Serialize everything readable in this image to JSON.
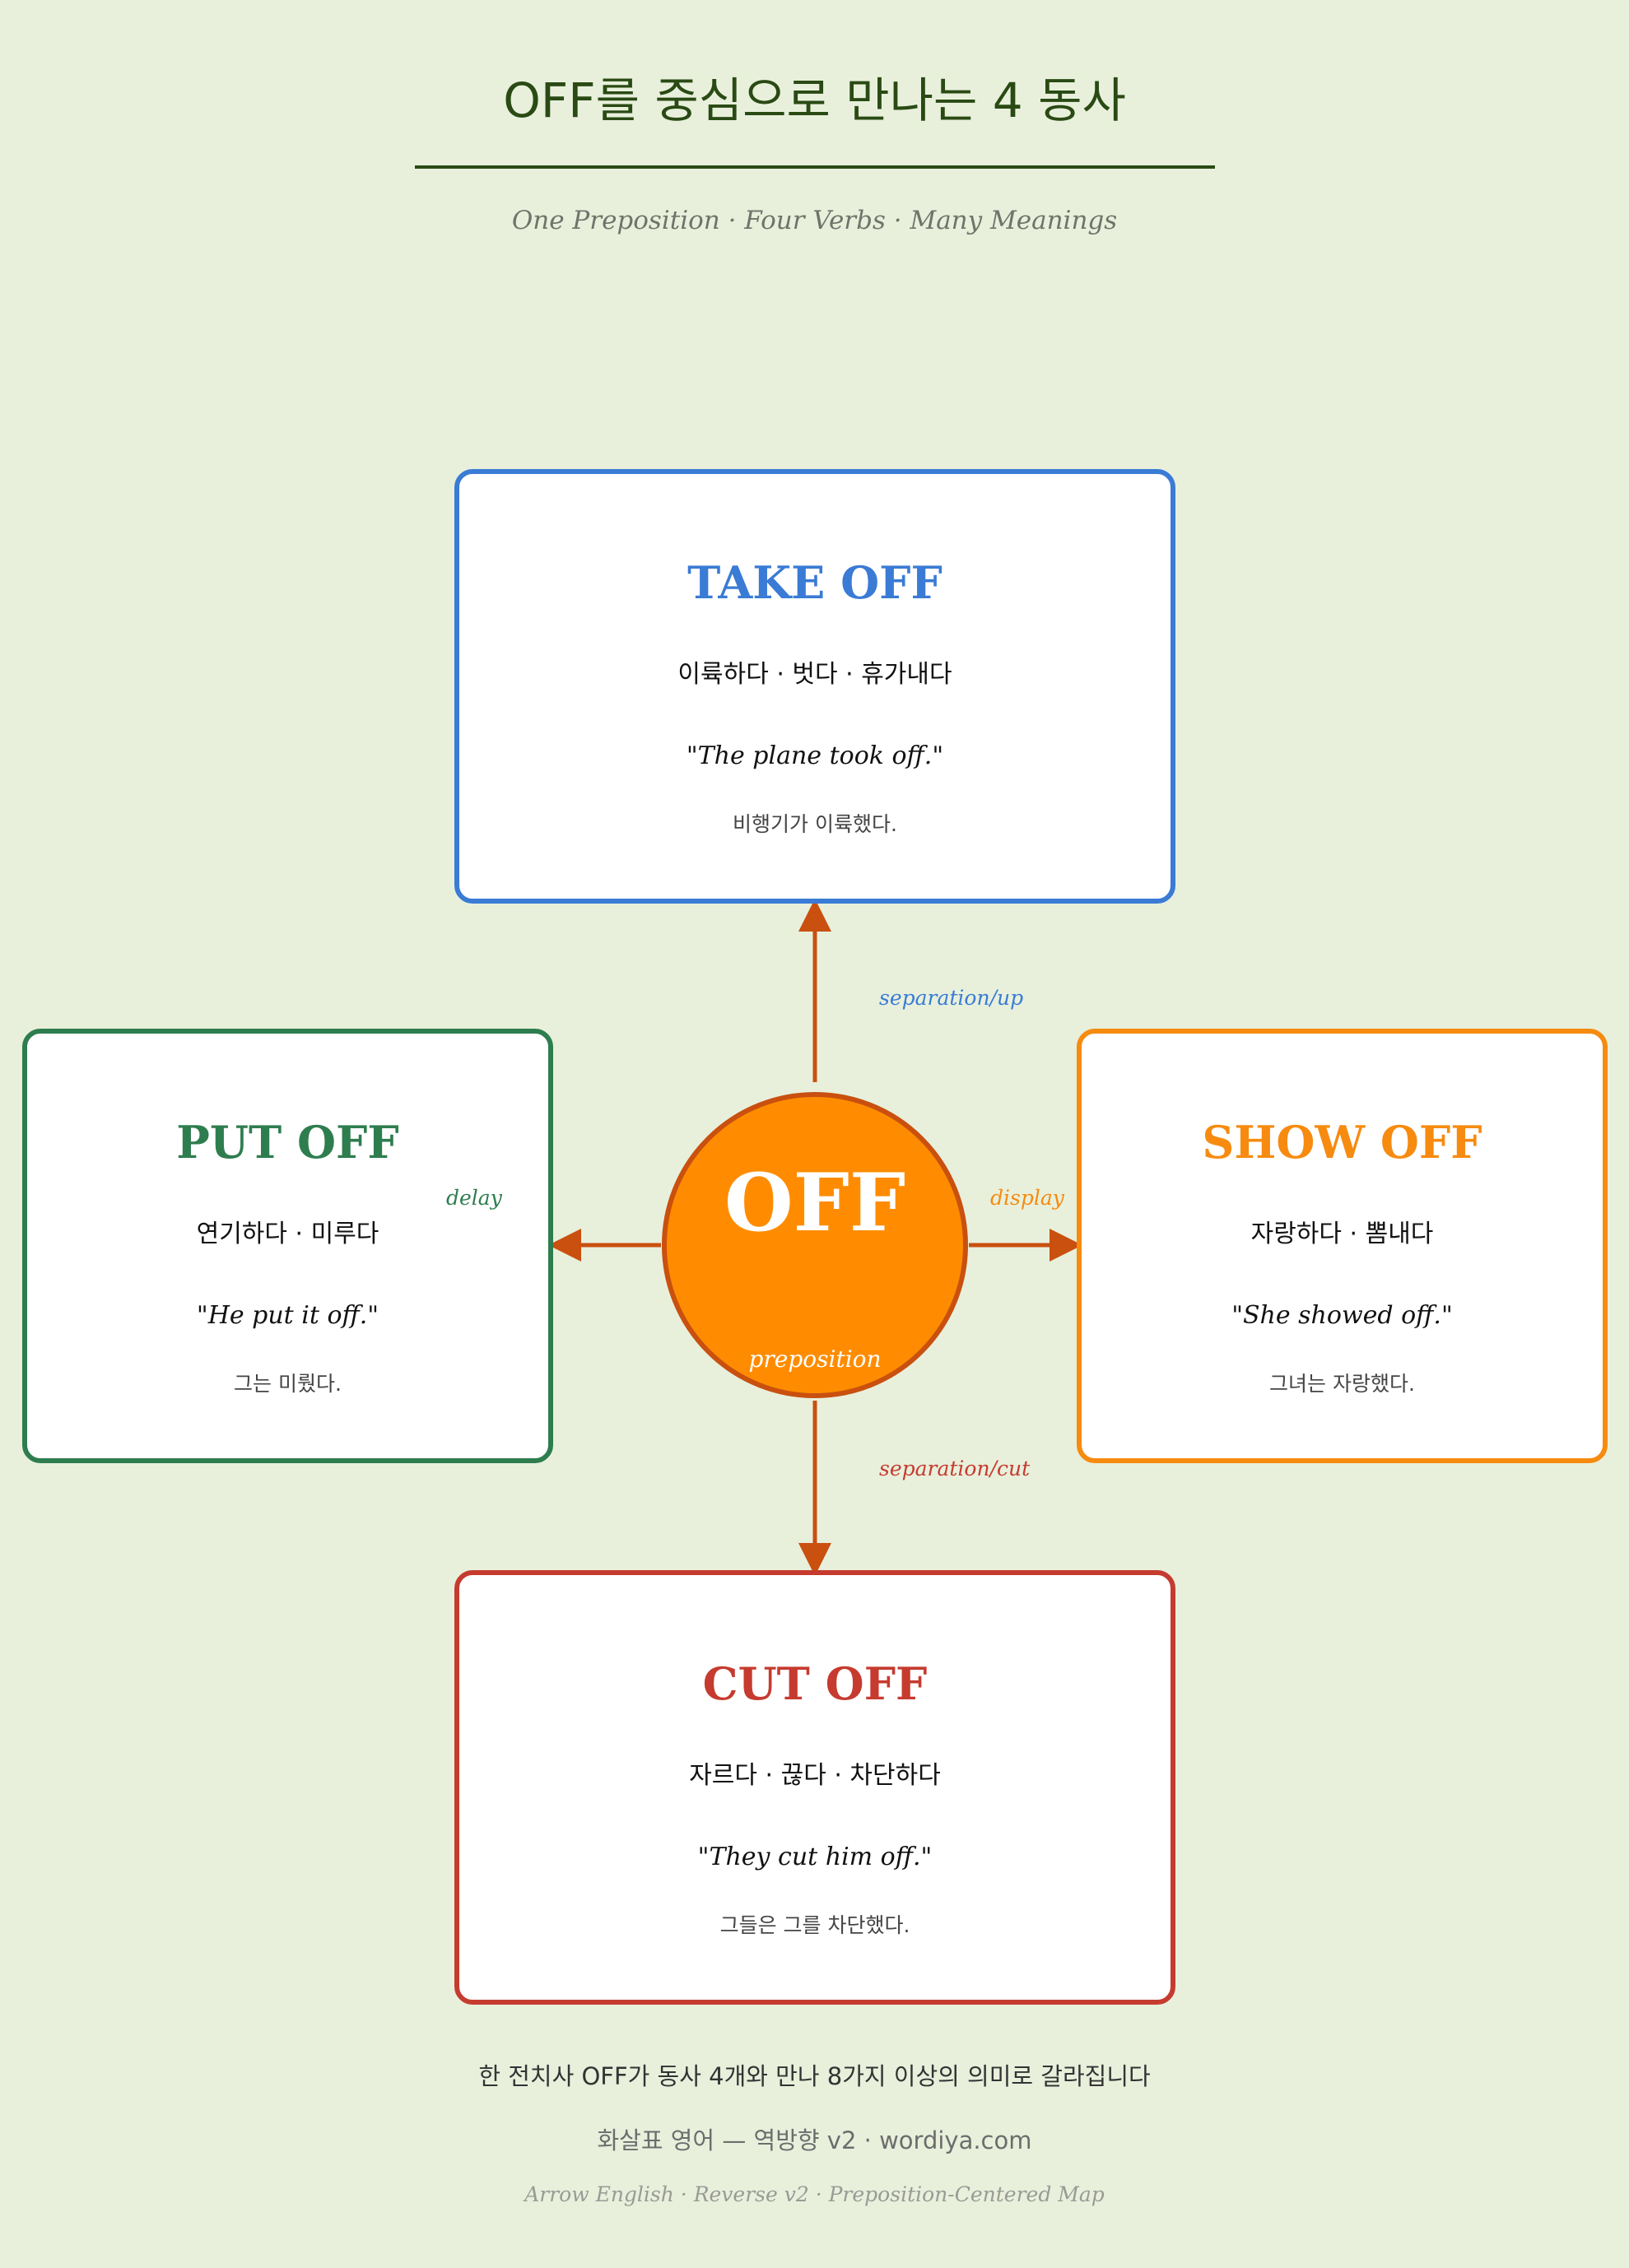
{
  "header": {
    "title": "OFF를 중심으로 만나는 4 동사",
    "subtitle": "One Preposition · Four Verbs · Many Meanings"
  },
  "hub": {
    "label": "OFF",
    "sub": "preposition",
    "fill_color": "#ff8c00",
    "stroke_color": "#c9500f"
  },
  "cards": {
    "take": {
      "verb": "TAKE OFF",
      "meaning": "이륙하다 · 벗다 · 휴가내다",
      "example": "\"The plane took off.\"",
      "translation": "비행기가 이륙했다.",
      "color": "#3a7bd5"
    },
    "put": {
      "verb": "PUT OFF",
      "meaning": "연기하다 · 미루다",
      "example": "\"He put it off.\"",
      "translation": "그는 미뤘다.",
      "color": "#2e7d4f"
    },
    "show": {
      "verb": "SHOW OFF",
      "meaning": "자랑하다 · 뽐내다",
      "example": "\"She showed off.\"",
      "translation": "그녀는 자랑했다.",
      "color": "#f68b10"
    },
    "cut": {
      "verb": "CUT OFF",
      "meaning": "자르다 · 끊다 · 차단하다",
      "example": "\"They cut him off.\"",
      "translation": "그들은 그를 차단했다.",
      "color": "#c63b2f"
    }
  },
  "relations": {
    "up": "separation/up",
    "cut": "separation/cut",
    "delay": "delay",
    "display": "display",
    "arrow_color": "#c9500f"
  },
  "footer": {
    "note": "한 전치사 OFF가 동사 4개와 만나 8가지 이상의 의미로 갈라집니다",
    "credit": "화살표 영어 — 역방향 v2 · wordiya.com",
    "sub": "Arrow English · Reverse v2 · Preposition-Centered Map"
  }
}
